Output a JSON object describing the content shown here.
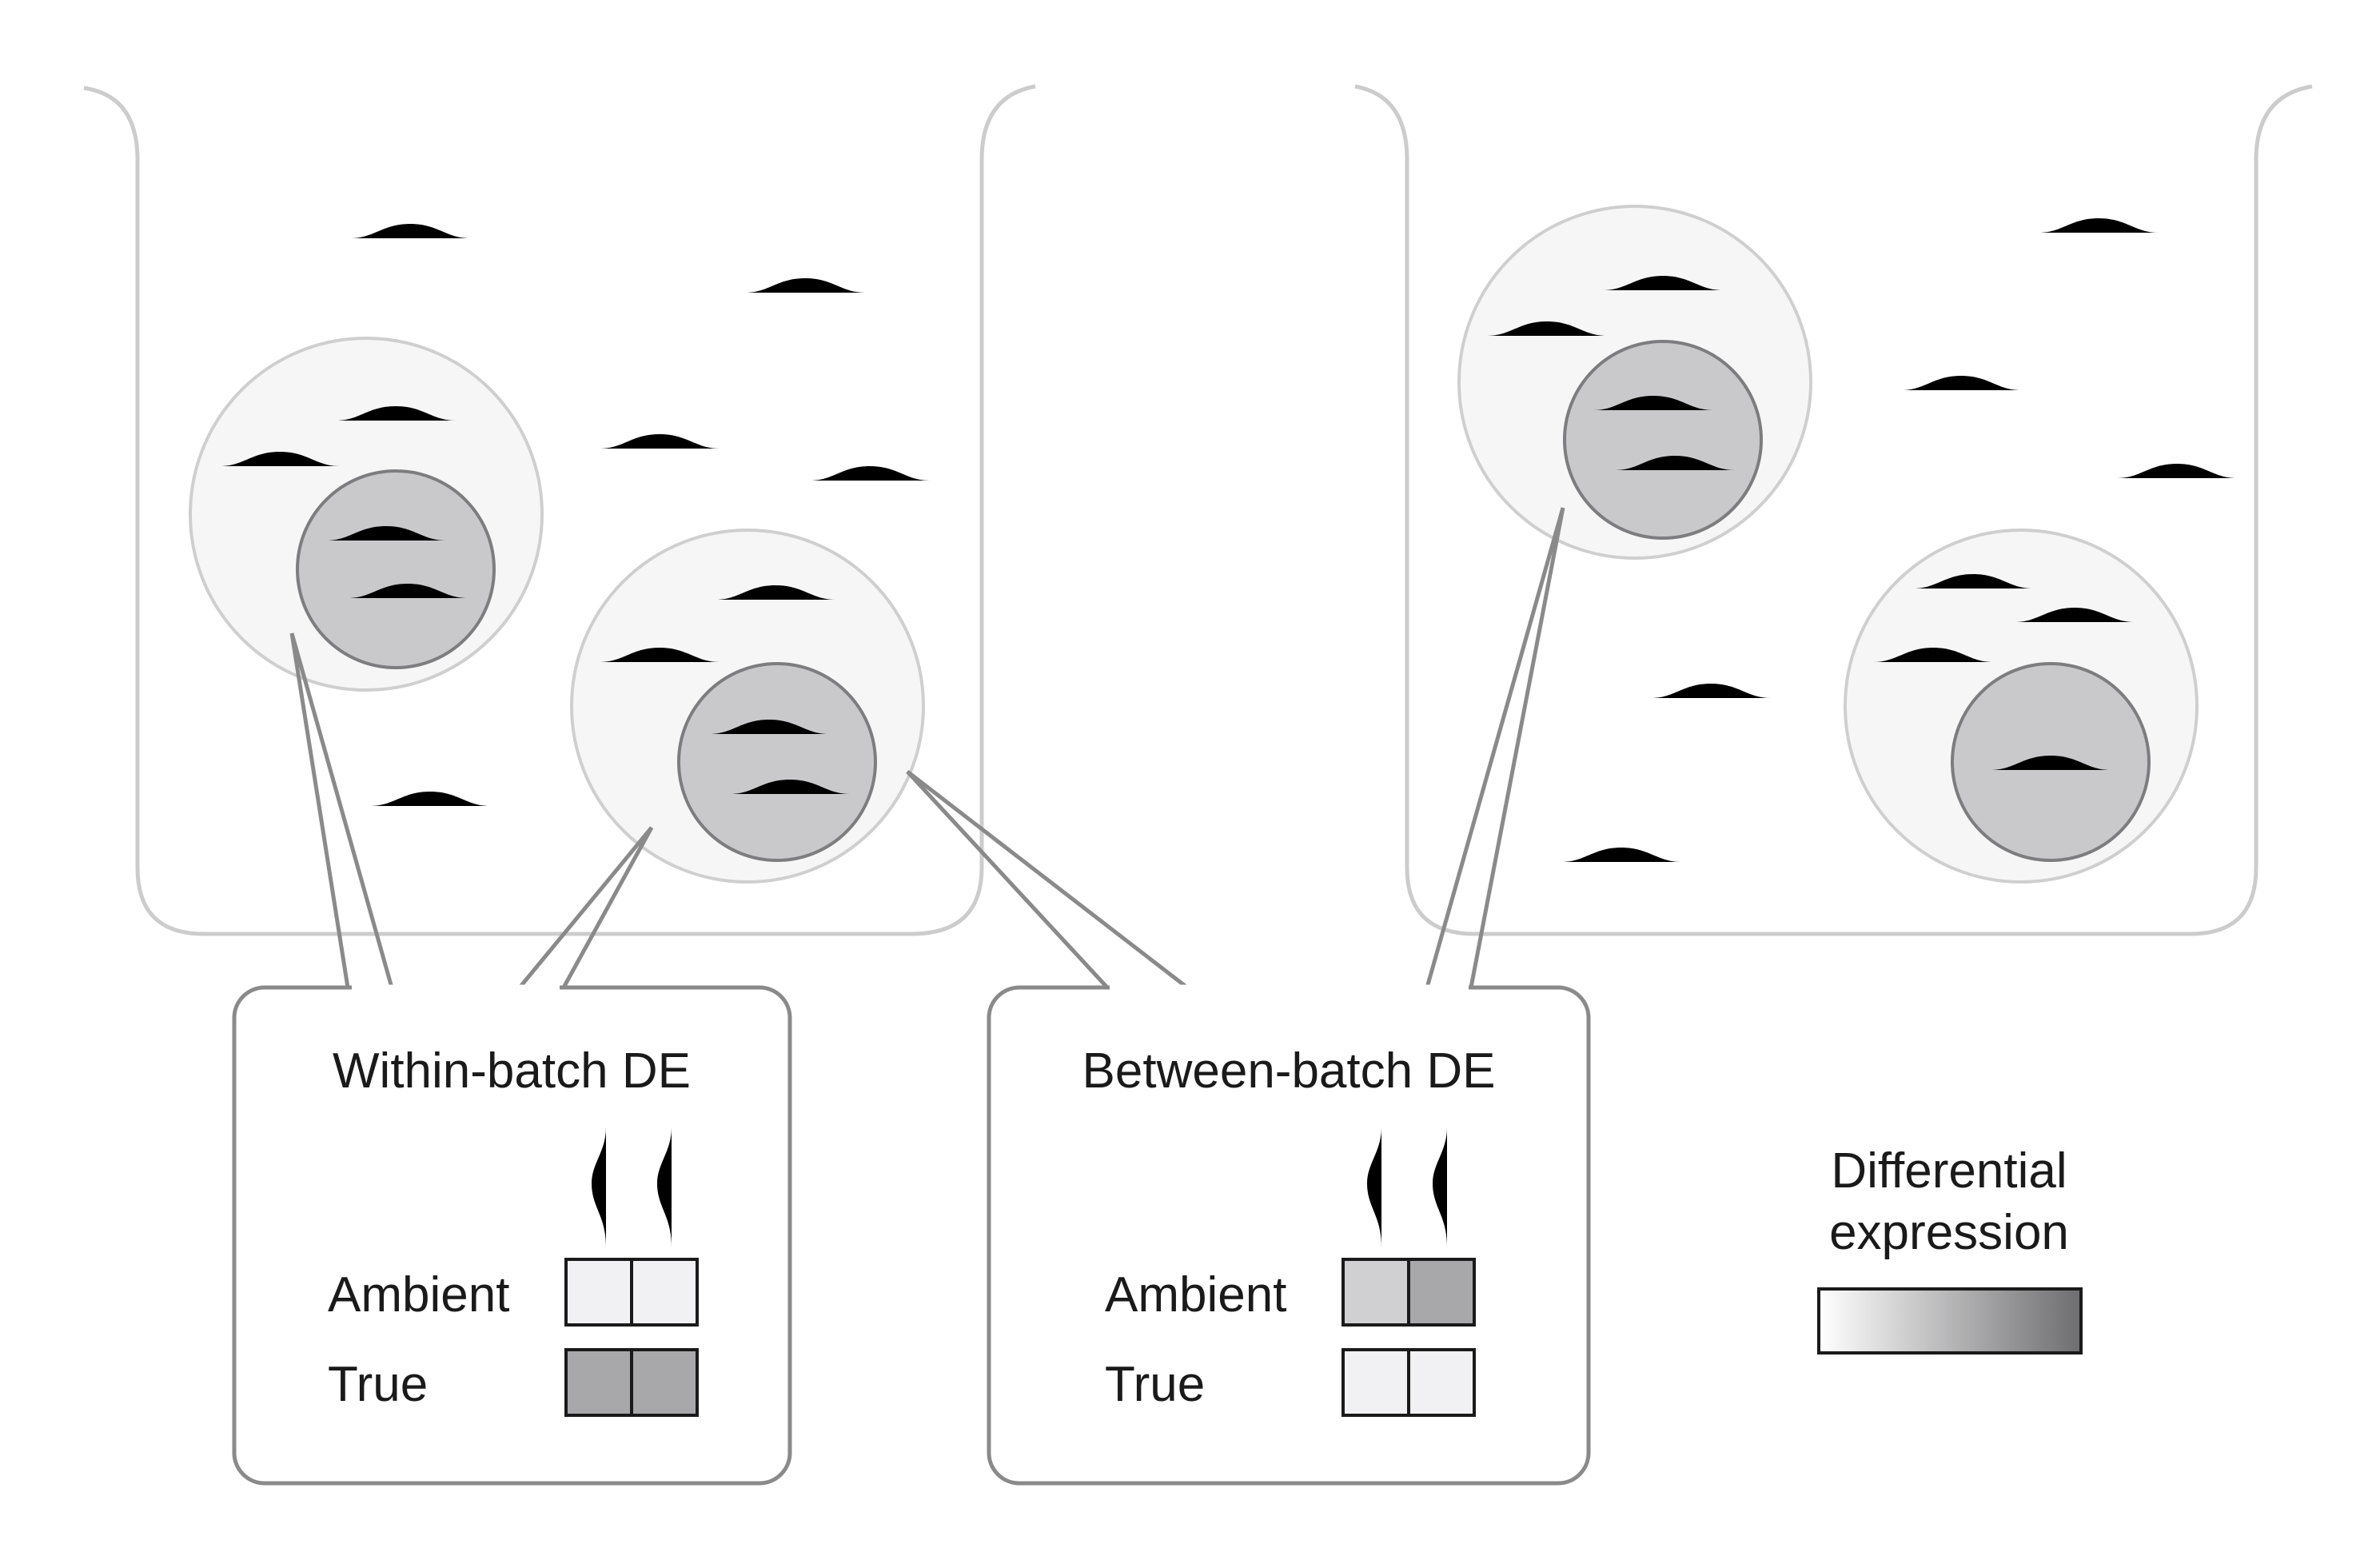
{
  "colors": {
    "pink_rna": "#e57aad",
    "green_rna": "#66942a",
    "low_expression": "#f1f1f3",
    "mid_expression": "#d0d0d2",
    "high_expression": "#a8a8ab",
    "gradient_start": "#ffffff",
    "gradient_end": "#6e6e70"
  },
  "icons": {
    "rna": "rna-strand-icon"
  },
  "callouts": {
    "within": {
      "title": "Within-batch DE",
      "ambient_label": "Ambient",
      "true_label": "True",
      "ambient_levels": [
        "low",
        "low"
      ],
      "true_levels": [
        "high",
        "high"
      ]
    },
    "between": {
      "title": "Between-batch DE",
      "ambient_label": "Ambient",
      "true_label": "True",
      "ambient_levels": [
        "mid",
        "high"
      ],
      "true_levels": [
        "low",
        "low"
      ]
    }
  },
  "legend": {
    "title_line1": "Differential",
    "title_line2": "expression"
  }
}
